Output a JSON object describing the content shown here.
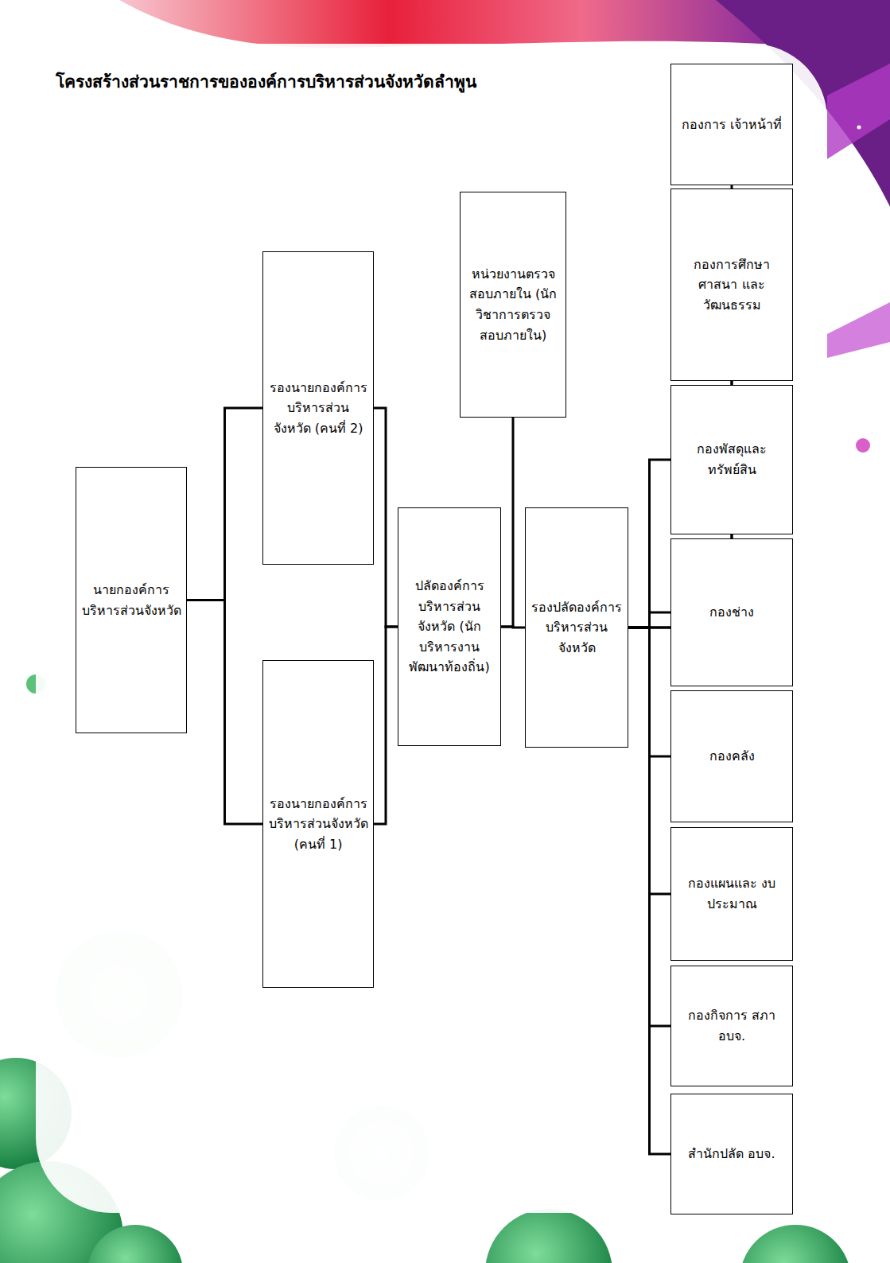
{
  "diagram": {
    "title": "โครงสร้างส่วนราชการขององค์การบริหารส่วนจังหวัดลำพูน",
    "nodes": [
      {
        "text": [
          "นายกองค์การบริหารส่วนจังหวัด"
        ]
      },
      {
        "text": [
          "รองนายกองค์การบริหารส่วน จังหวัด (คนที่ 2)"
        ]
      },
      {
        "text": [
          "รองนายกองค์การบริหารส่วนจังหวัด (คนที่ 1)"
        ]
      },
      {
        "text": [
          "ปลัดองค์การบริหารส่วนจังหวัด (นักบริหารงานพัฒนาท้องถิ่น)"
        ]
      },
      {
        "text": [
          "หน่วยงานตรวจสอบภายใน (นักวิชาการตรวจสอบภายใน)"
        ]
      },
      {
        "text": [
          "รองปลัดองค์การบริหารส่วน จังหวัด"
        ]
      },
      {
        "text": [
          "กองการ เจ้าหน้าที่"
        ]
      },
      {
        "text": [
          "กองการศึกษาศาสนา และวัฒนธรรม"
        ]
      },
      {
        "text": [
          "กองพัสดุและ ทรัพย์สิน"
        ]
      },
      {
        "text": [
          "กองช่าง"
        ]
      },
      {
        "text": [
          "กองคลัง"
        ]
      },
      {
        "text": [
          "กองแผนและ งบประมาณ"
        ]
      },
      {
        "text": [
          "กองกิจการ สภา อบจ."
        ]
      },
      {
        "text": [
          "สำนักปลัด อบจ."
        ]
      }
    ],
    "edges": [
      {
        "from": 0,
        "to": 1,
        "arrow": "none"
      },
      {
        "from": 0,
        "to": 2,
        "arrow": "none"
      },
      {
        "from": 1,
        "to": 3,
        "arrow": "none"
      },
      {
        "from": 2,
        "to": 3,
        "arrow": "none"
      },
      {
        "from": 3,
        "to": 4,
        "arrow": "none"
      },
      {
        "from": 3,
        "to": 5,
        "arrow": "none"
      },
      {
        "from": 5,
        "to": 6,
        "arrow": "none"
      },
      {
        "from": 5,
        "to": 7,
        "arrow": "none"
      },
      {
        "from": 5,
        "to": 8,
        "arrow": "none"
      },
      {
        "from": 5,
        "to": 9,
        "arrow": "none"
      },
      {
        "from": 5,
        "to": 10,
        "arrow": "none"
      },
      {
        "from": 5,
        "to": 11,
        "arrow": "none"
      },
      {
        "from": 5,
        "to": 12,
        "arrow": "none"
      },
      {
        "from": 5,
        "to": 13,
        "arrow": "none"
      }
    ]
  }
}
